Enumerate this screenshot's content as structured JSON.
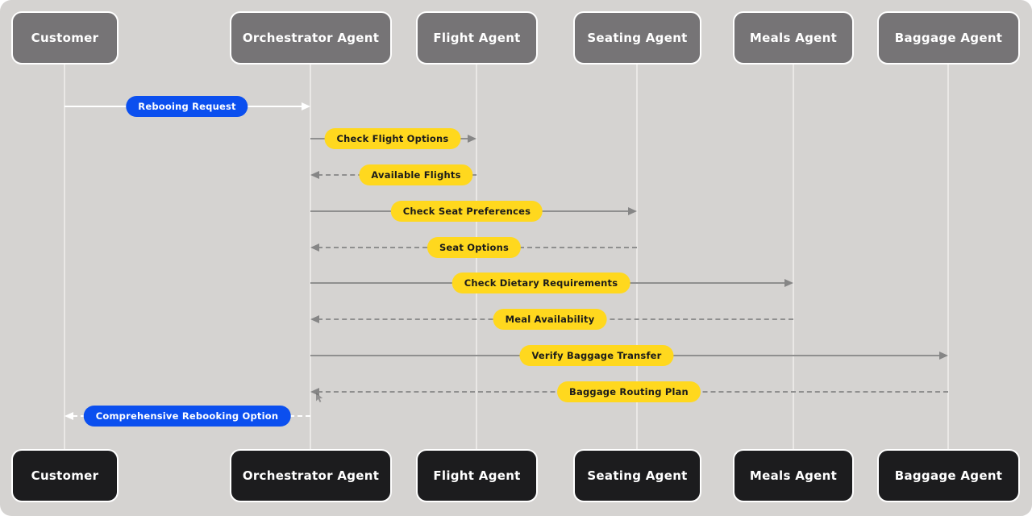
{
  "diagram": {
    "type": "sequence",
    "actors": [
      {
        "name": "Customer"
      },
      {
        "name": "Orchestrator Agent"
      },
      {
        "name": "Flight Agent"
      },
      {
        "name": "Seating Agent"
      },
      {
        "name": "Meals Agent"
      },
      {
        "name": "Baggage Agent"
      }
    ],
    "messages": [
      {
        "label": "Rebooing Request",
        "from": "Customer",
        "to": "Orchestrator Agent",
        "line": "solid",
        "pill": "blue"
      },
      {
        "label": "Check Flight Options",
        "from": "Orchestrator Agent",
        "to": "Flight Agent",
        "line": "solid",
        "pill": "yellow"
      },
      {
        "label": "Available Flights",
        "from": "Flight Agent",
        "to": "Orchestrator Agent",
        "line": "dashed",
        "pill": "yellow"
      },
      {
        "label": "Check Seat Preferences",
        "from": "Orchestrator Agent",
        "to": "Seating Agent",
        "line": "solid",
        "pill": "yellow"
      },
      {
        "label": "Seat Options",
        "from": "Seating Agent",
        "to": "Orchestrator Agent",
        "line": "dashed",
        "pill": "yellow"
      },
      {
        "label": "Check Dietary Requirements",
        "from": "Orchestrator Agent",
        "to": "Meals Agent",
        "line": "solid",
        "pill": "yellow"
      },
      {
        "label": "Meal Availability",
        "from": "Meals Agent",
        "to": "Orchestrator Agent",
        "line": "dashed",
        "pill": "yellow"
      },
      {
        "label": "Verify Baggage Transfer",
        "from": "Orchestrator Agent",
        "to": "Baggage Agent",
        "line": "solid",
        "pill": "yellow"
      },
      {
        "label": "Baggage Routing Plan",
        "from": "Baggage Agent",
        "to": "Orchestrator Agent",
        "line": "dashed",
        "pill": "yellow"
      },
      {
        "label": "Comprehensive Rebooking Option",
        "from": "Orchestrator Agent",
        "to": "Customer",
        "line": "dashed",
        "pill": "blue"
      }
    ],
    "colors": {
      "background": "#d5d3d1",
      "actor_top_fill": "#767476",
      "actor_bottom_fill": "#1c1c1e",
      "actor_border": "#ffffff",
      "actor_text": "#ffffff",
      "pill_yellow": "#ffd81e",
      "pill_blue": "#0b4fef",
      "pill_text_dark": "#1b1b1b",
      "pill_text_light": "#ffffff",
      "arrow_gray": "#8f8f8f",
      "arrow_white": "#ffffff",
      "lifeline": "#eae8e6"
    }
  }
}
